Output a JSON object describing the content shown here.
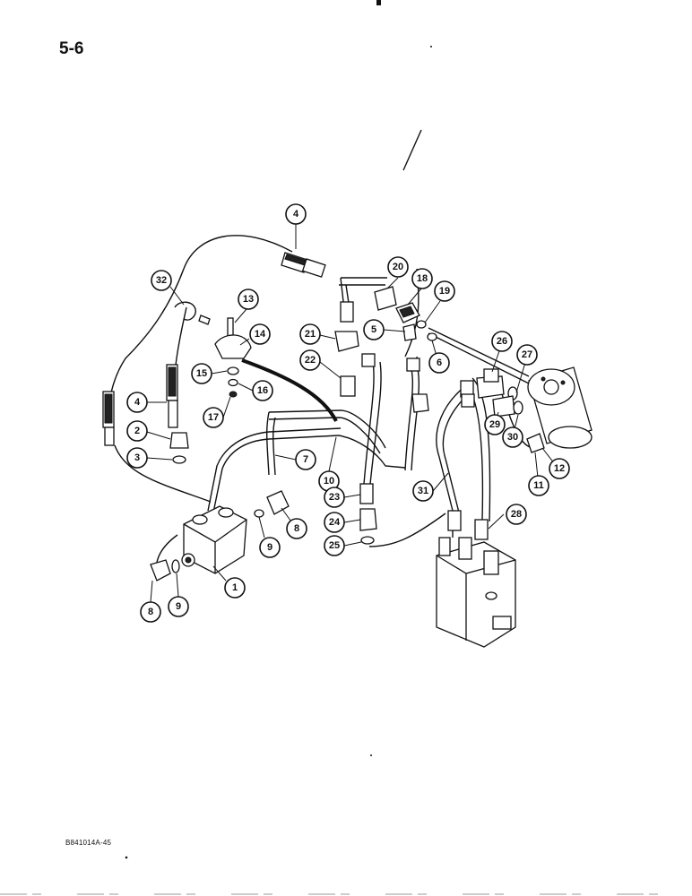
{
  "page": {
    "label": "5-6",
    "reference_code": "B841014A-45"
  },
  "callouts": [
    "1",
    "2",
    "3",
    "4",
    "4",
    "5",
    "6",
    "7",
    "8",
    "8",
    "9",
    "9",
    "10",
    "11",
    "12",
    "13",
    "14",
    "15",
    "16",
    "17",
    "18",
    "19",
    "20",
    "21",
    "22",
    "23",
    "24",
    "25",
    "26",
    "27",
    "28",
    "29",
    "30",
    "31",
    "32"
  ]
}
